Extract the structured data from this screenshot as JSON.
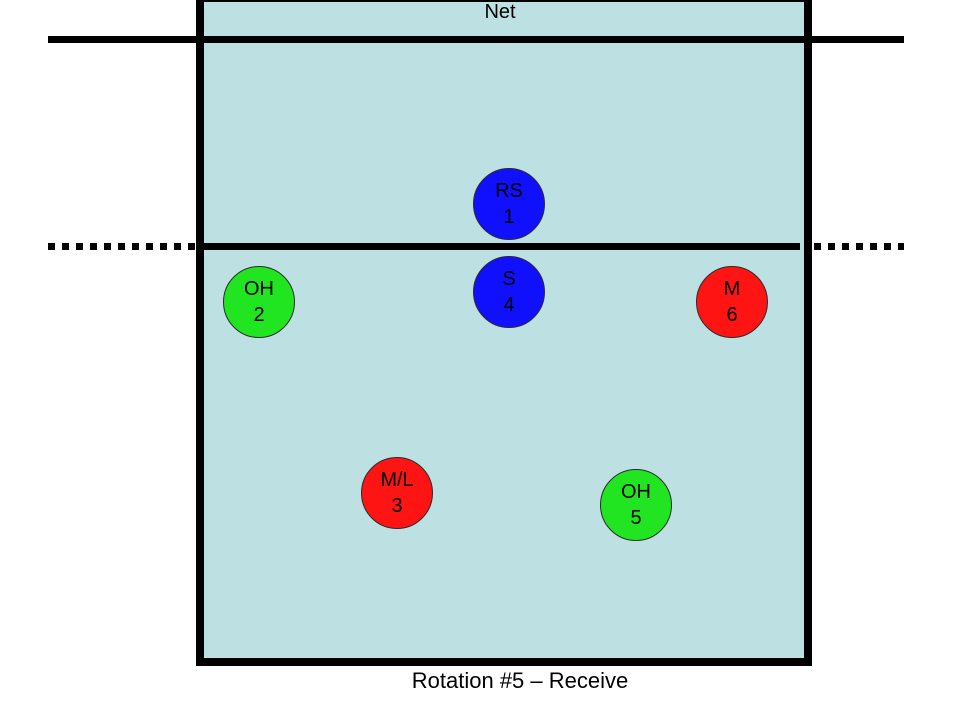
{
  "labels": {
    "net": "Net",
    "caption": "Rotation #5 – Receive"
  },
  "colors": {
    "court": "#bde0e3",
    "lines": "#000000",
    "setter_group": "#1010ff",
    "hitter_group": "#22e522",
    "middle_group": "#ff1414"
  },
  "players": [
    {
      "role": "RS",
      "number": "1",
      "color": "#1010ff"
    },
    {
      "role": "S",
      "number": "4",
      "color": "#1010ff"
    },
    {
      "role": "OH",
      "number": "2",
      "color": "#22e522"
    },
    {
      "role": "M",
      "number": "6",
      "color": "#ff1414"
    },
    {
      "role": "M/L",
      "number": "3",
      "color": "#ff1414"
    },
    {
      "role": "OH",
      "number": "5",
      "color": "#22e522"
    }
  ]
}
